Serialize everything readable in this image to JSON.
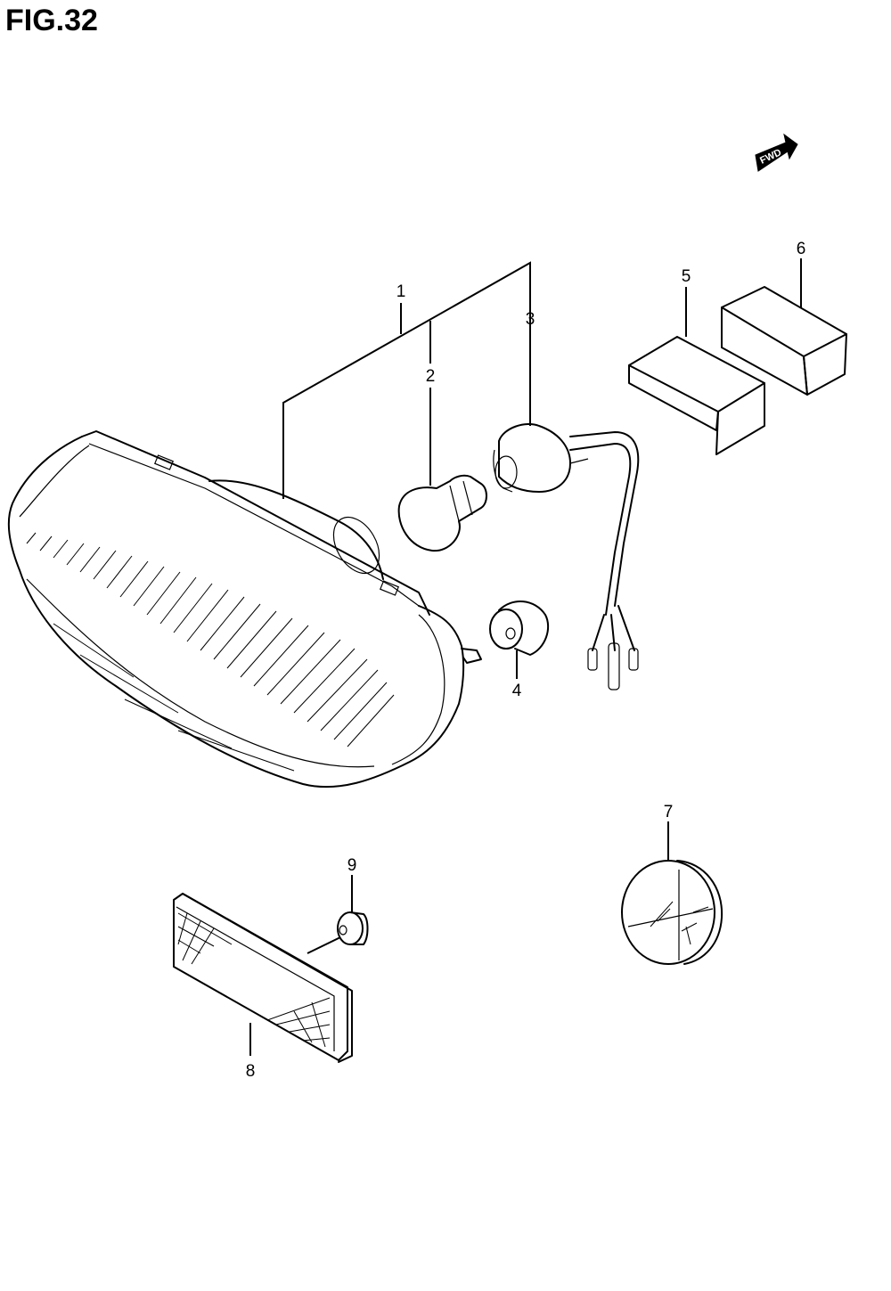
{
  "figure": {
    "title": "FIG.32"
  },
  "direction_marker": {
    "label": "FWD",
    "icon": "forward-arrow-icon"
  },
  "callouts": [
    {
      "number": "1"
    },
    {
      "number": "2"
    },
    {
      "number": "3"
    },
    {
      "number": "4"
    },
    {
      "number": "5"
    },
    {
      "number": "6"
    },
    {
      "number": "7"
    },
    {
      "number": "8"
    },
    {
      "number": "9"
    }
  ]
}
